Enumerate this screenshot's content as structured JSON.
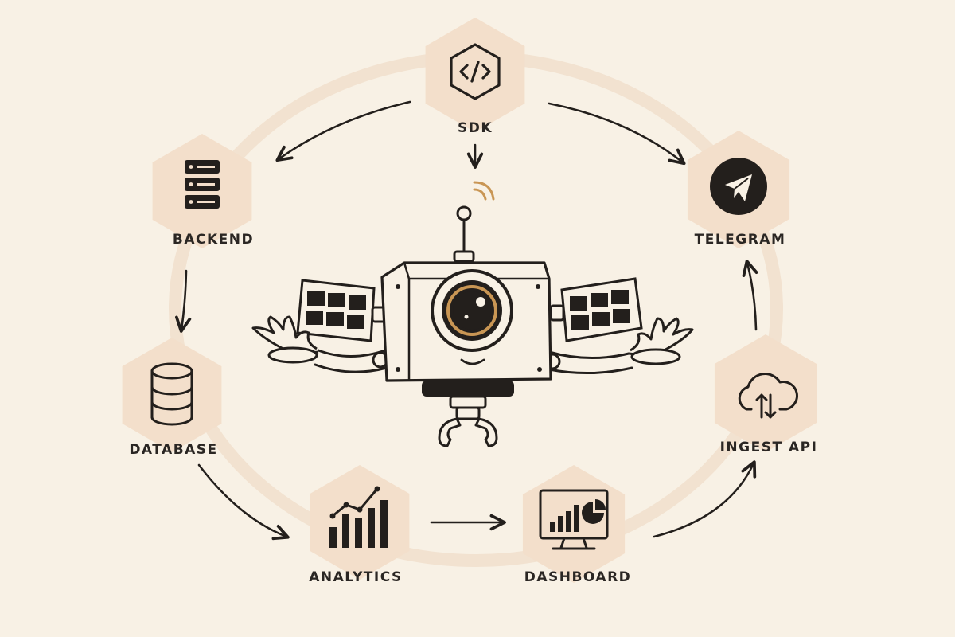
{
  "nodes": [
    {
      "id": "sdk",
      "label": "SDK",
      "icon": "code-icon"
    },
    {
      "id": "backend",
      "label": "BACKEND",
      "icon": "server-icon"
    },
    {
      "id": "telegram",
      "label": "TELEGRAM",
      "icon": "telegram-icon"
    },
    {
      "id": "database",
      "label": "DATABASE",
      "icon": "database-icon"
    },
    {
      "id": "ingest_api",
      "label": "INGEST API",
      "icon": "cloud-sync-icon"
    },
    {
      "id": "analytics",
      "label": "ANALYTICS",
      "icon": "bar-chart-icon"
    },
    {
      "id": "dashboard",
      "label": "DASHBOARD",
      "icon": "monitor-chart-icon"
    }
  ],
  "flow": [
    [
      "sdk",
      "backend"
    ],
    [
      "sdk",
      "telegram"
    ],
    [
      "sdk",
      "robot"
    ],
    [
      "backend",
      "database"
    ],
    [
      "database",
      "analytics"
    ],
    [
      "analytics",
      "dashboard"
    ],
    [
      "dashboard",
      "ingest_api"
    ],
    [
      "ingest_api",
      "telegram"
    ]
  ],
  "colors": {
    "background": "#f8f1e5",
    "ring": "#f2e2d0",
    "hexagon": "#f3dfcb",
    "ink": "#231f1c",
    "accent": "#c99654"
  },
  "center": {
    "icon": "robot-icon"
  }
}
